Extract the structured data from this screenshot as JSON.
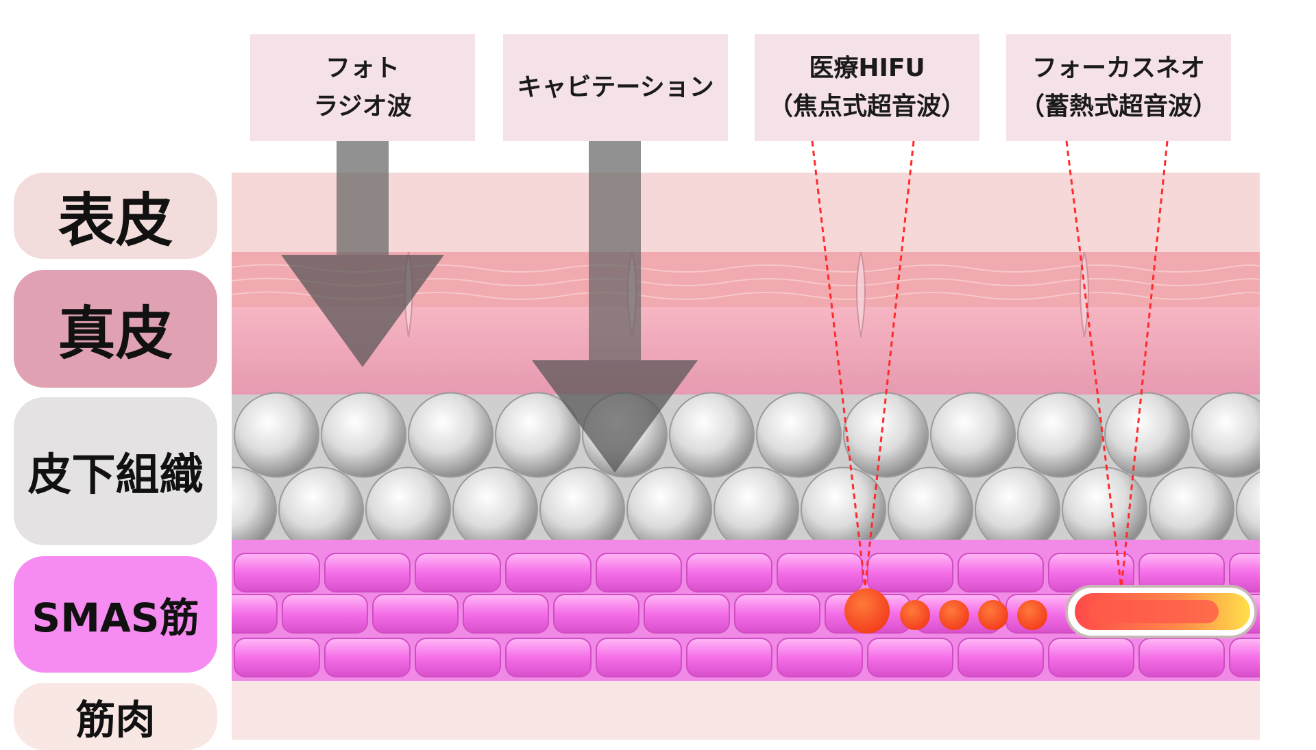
{
  "layers": {
    "epidermis": "表皮",
    "dermis": "真皮",
    "subcutaneous": "皮下組織",
    "smas": "SMAS筋",
    "muscle": "筋肉"
  },
  "techniques": [
    {
      "line1": "フォト",
      "line2": "ラジオ波"
    },
    {
      "line1": "キャビテーション",
      "line2": ""
    },
    {
      "line1": "医療HIFU",
      "line2": "（焦点式超音波）"
    },
    {
      "line1": "フォーカスネオ",
      "line2": "（蓄熱式超音波）"
    }
  ],
  "colors": {
    "epidermis_label": "#f3dcdc",
    "dermis_label": "#e0a1b2",
    "subcutaneous_label": "#e4e2e3",
    "smas_label": "#f68cf1",
    "muscle_label": "#f9e7e4",
    "laser_line": "#ff2a2a",
    "hifu_dot": "#ff4d1a",
    "arrow": "#6b6b6b"
  }
}
